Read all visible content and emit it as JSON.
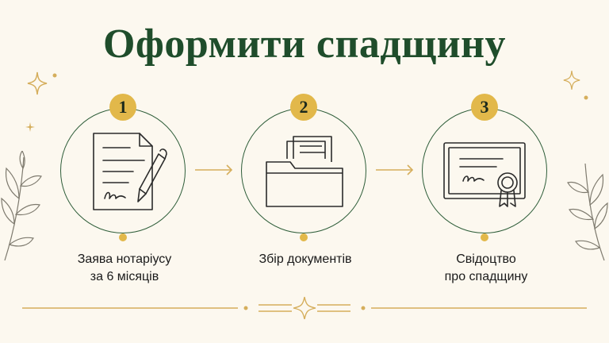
{
  "title": "Оформити спадщину",
  "steps": [
    {
      "number": "1",
      "label_line1": "Заява нотаріусу",
      "label_line2": "за 6 місяців",
      "icon": "document-signing-icon"
    },
    {
      "number": "2",
      "label_line1": "Збір документів",
      "label_line2": "",
      "icon": "folder-documents-icon"
    },
    {
      "number": "3",
      "label_line1": "Свідоцтво",
      "label_line2": "про спадщину",
      "icon": "certificate-icon"
    }
  ],
  "colors": {
    "green": "#1f4d2b",
    "gold": "#e2b84a",
    "background": "#fcf8ef"
  }
}
